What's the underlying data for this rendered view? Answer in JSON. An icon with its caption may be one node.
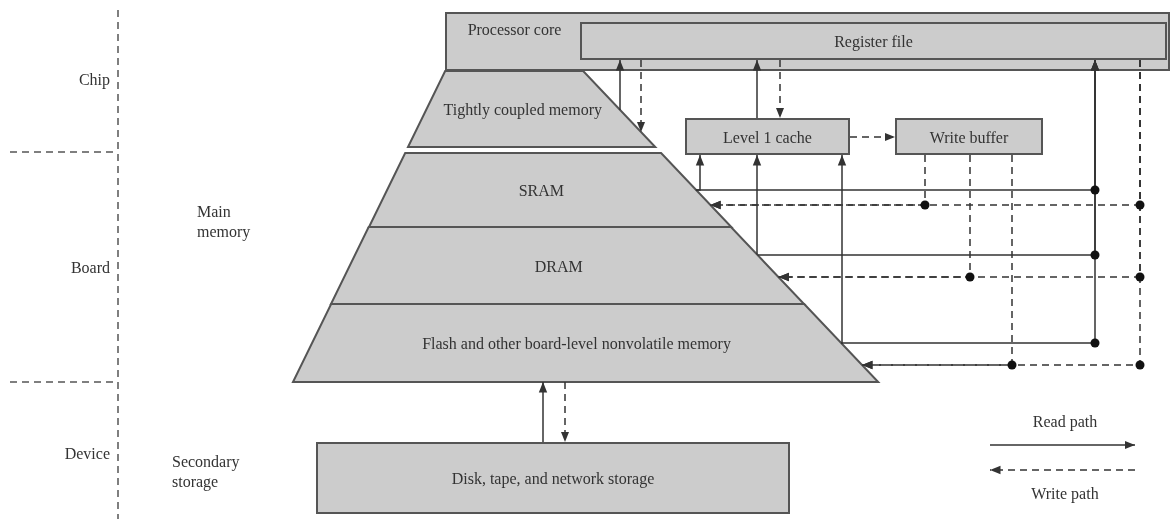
{
  "diagram": {
    "nodes": [
      {
        "text": [
          "Processor core"
        ]
      },
      {
        "text": [
          "Register file"
        ],
        "in": 0
      },
      {
        "text": [
          "Tightly coupled memory"
        ]
      },
      {
        "text": [
          "SRAM"
        ]
      },
      {
        "text": [
          "DRAM"
        ]
      },
      {
        "text": [
          "Flash and other board-level nonvolatile memory"
        ]
      },
      {
        "text": [
          "Level 1 cache"
        ]
      },
      {
        "text": [
          "Write buffer"
        ]
      },
      {
        "text": [
          "Disk, tape, and network storage"
        ]
      }
    ],
    "edges": [
      {
        "from": 2,
        "to": 1,
        "arrow": "to"
      },
      {
        "from": 1,
        "to": 2,
        "arrow": "to",
        "style": "dashed"
      },
      {
        "from": 6,
        "to": 1,
        "arrow": "to"
      },
      {
        "from": 1,
        "to": 6,
        "arrow": "to",
        "style": "dashed"
      },
      {
        "from": 6,
        "to": 7,
        "arrow": "to",
        "style": "dashed"
      },
      {
        "from": 3,
        "to": 6,
        "arrow": "to"
      },
      {
        "from": 4,
        "to": 6,
        "arrow": "to"
      },
      {
        "from": 5,
        "to": 6,
        "arrow": "to"
      },
      {
        "from": 3,
        "to": 1,
        "arrow": "to"
      },
      {
        "from": 4,
        "to": 1,
        "arrow": "to"
      },
      {
        "from": 5,
        "to": 1,
        "arrow": "to"
      },
      {
        "from": 7,
        "to": 3,
        "arrow": "to",
        "style": "dashed"
      },
      {
        "from": 7,
        "to": 4,
        "arrow": "to",
        "style": "dashed"
      },
      {
        "from": 7,
        "to": 5,
        "arrow": "to",
        "style": "dashed"
      },
      {
        "from": 1,
        "to": 3,
        "arrow": "to",
        "style": "dashed"
      },
      {
        "from": 1,
        "to": 4,
        "arrow": "to",
        "style": "dashed"
      },
      {
        "from": 1,
        "to": 5,
        "arrow": "to",
        "style": "dashed"
      },
      {
        "from": 8,
        "to": 5,
        "arrow": "to"
      },
      {
        "from": 5,
        "to": 8,
        "arrow": "to",
        "style": "dashed"
      }
    ],
    "labels": [
      "Chip",
      "Main memory",
      "Board",
      "Device",
      "Secondary storage"
    ],
    "legend": [
      {
        "text": "Read path"
      },
      {
        "text": "Write path"
      }
    ]
  }
}
